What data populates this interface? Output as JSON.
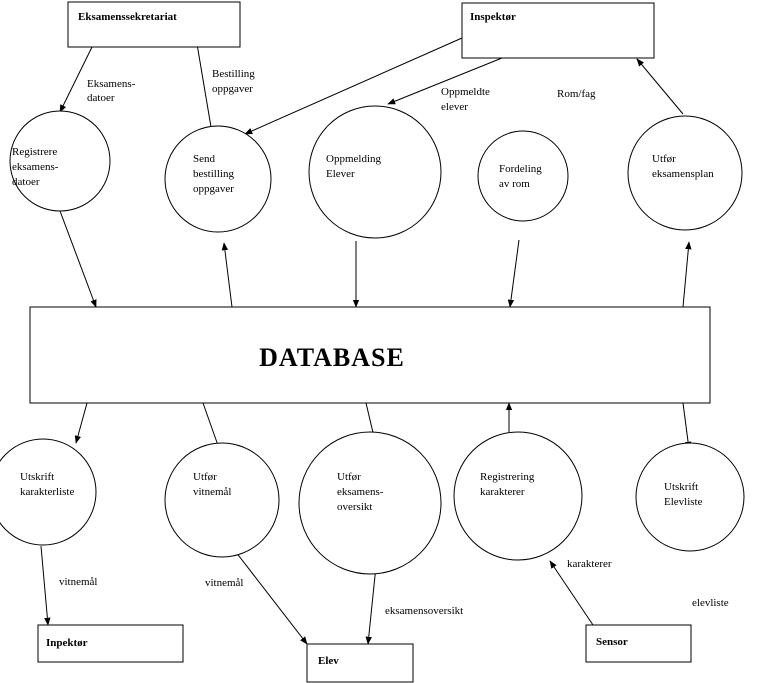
{
  "database": {
    "label": "DATABASE"
  },
  "entities": {
    "eksamenssekretariat": "Eksamenssekretariat",
    "inspektor_top": "Inspektør",
    "inpektor_bottom": "Inpektør",
    "elev": "Elev",
    "sensor": "Sensor"
  },
  "processes": {
    "registrere": [
      "Registrere",
      "eksamens-",
      "datoer"
    ],
    "send": [
      "Send",
      "bestilling",
      "oppgaver"
    ],
    "oppmelding": [
      "Oppmelding",
      "Elever"
    ],
    "fordeling": [
      "Fordeling",
      "av rom"
    ],
    "utfor_plan": [
      "Utfør",
      "eksamensplan"
    ],
    "utskrift_kar": [
      "Utskrift",
      "karakterliste"
    ],
    "utfor_vitnemal": [
      "Utfør",
      "vitnemål"
    ],
    "utfor_oversikt": [
      "Utfør",
      "eksamens-",
      "oversikt"
    ],
    "registrering_kar": [
      "Registrering",
      "karakterer"
    ],
    "utskrift_elev": [
      "Utskrift",
      "Elevliste"
    ]
  },
  "flows": {
    "eksamensdatoer": [
      "Eksamens-",
      "datoer"
    ],
    "bestilling": [
      "Bestilling",
      "oppgaver"
    ],
    "oppmeldte": [
      "Oppmeldte",
      "elever"
    ],
    "romfag": "Rom/fag",
    "vitnemal_1": "vitnemål",
    "vitnemal_2": "vitnemål",
    "eksamensoversikt": "eksamensoversikt",
    "karakterer": "karakterer",
    "elevliste": "elevliste"
  }
}
